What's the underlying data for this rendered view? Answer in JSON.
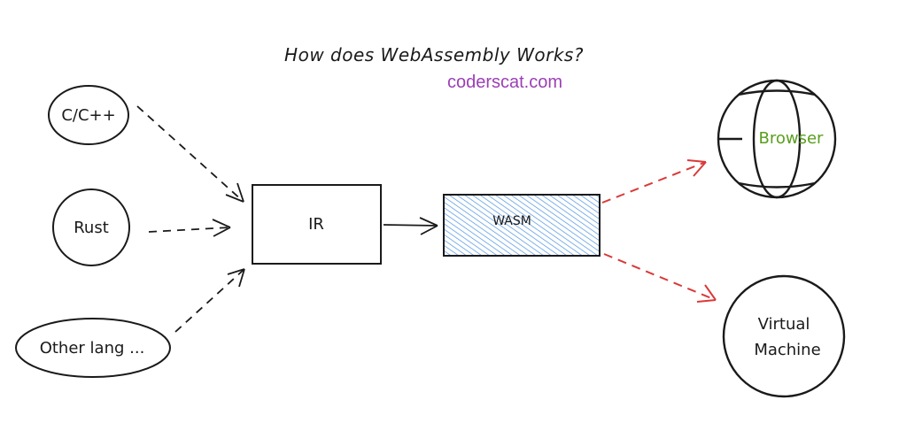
{
  "title": "How does WebAssembly Works?",
  "site": "coderscat.com",
  "sources": {
    "cpp": "C/C++",
    "rust": "Rust",
    "other": "Other lang ..."
  },
  "ir": "IR",
  "wasm": "WASM",
  "targets": {
    "browser": "Browser",
    "vm_line1": "Virtual",
    "vm_line2": "Machine"
  },
  "colors": {
    "ink": "#1a1a1a",
    "wasm_fill": "#4a90e2",
    "red_arrow": "#d93a3a",
    "browser_label": "#5a9e1e",
    "site": "#9b3fb5"
  }
}
